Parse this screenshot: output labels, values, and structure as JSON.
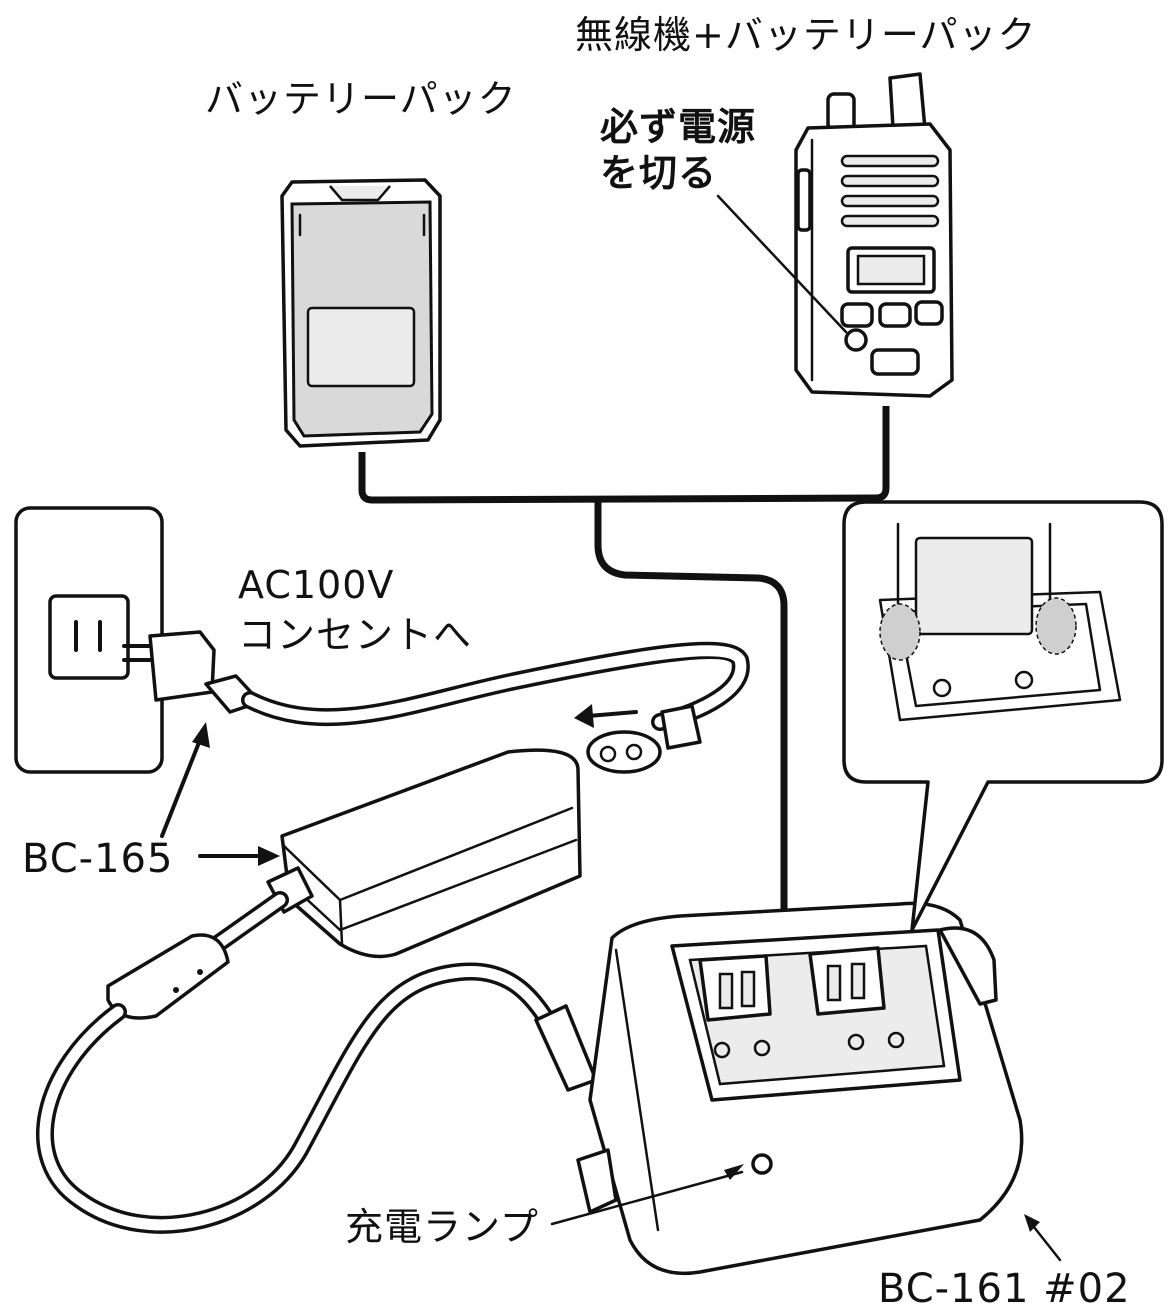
{
  "labels": {
    "radio_plus_battery": "無線機+バッテリーパック",
    "battery_pack": "バッテリーパック",
    "power_off_line1": "必ず電源",
    "power_off_line2": "を切る",
    "ac_line1": "AC100V",
    "ac_line2": "コンセントへ",
    "adapter_model": "BC-165",
    "charge_lamp": "充電ランプ",
    "charger_model": "BC-161 #02"
  },
  "colors": {
    "line": "#111111",
    "battery_fill": "#d9d9d9",
    "background": "#ffffff"
  }
}
